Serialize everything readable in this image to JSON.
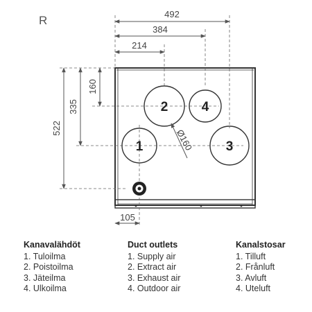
{
  "variant_label": "R",
  "dimensions": {
    "width_total": "492",
    "width_mid": "384",
    "width_small": "214",
    "height_total": "522",
    "height_mid": "335",
    "height_small": "160",
    "offset_bottom": "105",
    "diameter": "Ø160"
  },
  "outlets": [
    "1",
    "2",
    "3",
    "4"
  ],
  "legend": [
    {
      "heading": "Kanavalähdöt",
      "items": [
        "1. Tuloilma",
        "2. Poistoilma",
        "3. Jäteilma",
        "4. Ulkoilma"
      ]
    },
    {
      "heading": "Duct outlets",
      "items": [
        "1. Supply air",
        "2. Extract air",
        "3. Exhaust air",
        "4. Outdoor air"
      ]
    },
    {
      "heading": "Kanalstosar",
      "items": [
        "1. Tilluft",
        "2. Frånluft",
        "3. Avluft",
        "4. Uteluft"
      ]
    }
  ]
}
